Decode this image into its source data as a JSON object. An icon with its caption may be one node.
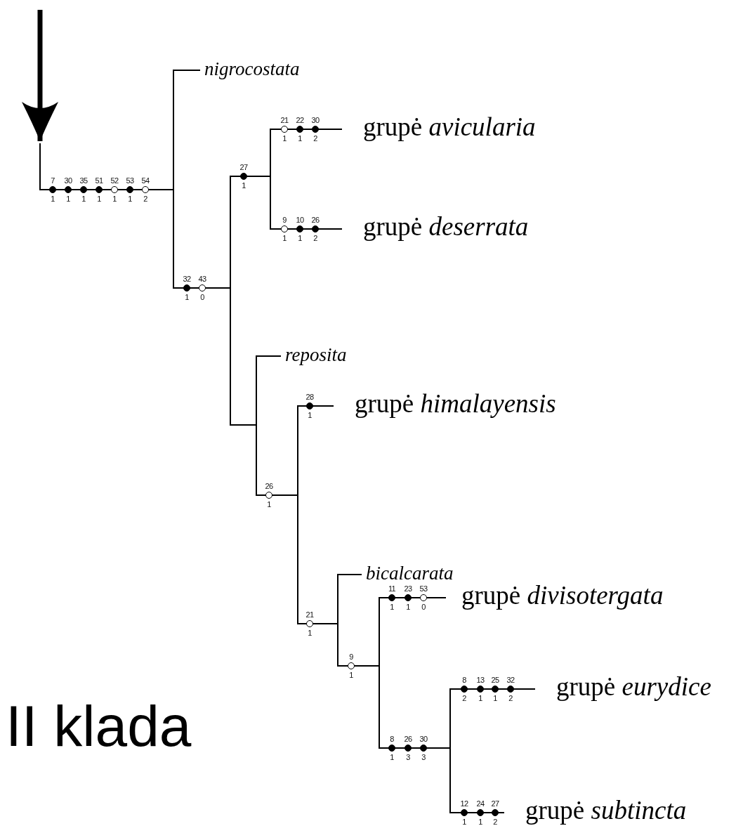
{
  "diagram": {
    "nodes": [
      {
        "text": [],
        "shape": "bar"
      },
      {
        "text": [],
        "shape": "bar"
      },
      {
        "text": [
          "nigrocostata"
        ]
      },
      {
        "text": [],
        "shape": "bar"
      },
      {
        "text": [],
        "shape": "bar"
      },
      {
        "text": [
          "grupė *avicularia*"
        ]
      },
      {
        "text": [
          "grupė *deserrata*"
        ]
      },
      {
        "text": [],
        "shape": "bar"
      },
      {
        "text": [
          "reposita"
        ]
      },
      {
        "text": [],
        "shape": "bar"
      },
      {
        "text": [
          "grupė *himalayensis*"
        ]
      },
      {
        "text": [],
        "shape": "bar"
      },
      {
        "text": [
          "bicalcarata"
        ]
      },
      {
        "text": [],
        "shape": "bar"
      },
      {
        "text": [
          "grupė *divisotergata*"
        ]
      },
      {
        "text": [],
        "shape": "bar"
      },
      {
        "text": [
          "grupė *eurydice*"
        ]
      },
      {
        "text": [
          "grupė *subtincta*"
        ]
      }
    ],
    "edges": [
      {
        "from": null,
        "to": 0,
        "arrow": "to",
        "style": "thick"
      },
      {
        "from": 0,
        "to": 1,
        "arrow": "none"
      },
      {
        "from": 1,
        "to": 2,
        "arrow": "none"
      },
      {
        "from": 1,
        "to": 3,
        "arrow": "none"
      },
      {
        "from": 3,
        "to": 4,
        "arrow": "none"
      },
      {
        "from": 4,
        "to": 5,
        "arrow": "none"
      },
      {
        "from": 4,
        "to": 6,
        "arrow": "none"
      },
      {
        "from": 3,
        "to": 7,
        "arrow": "none"
      },
      {
        "from": 7,
        "to": 8,
        "arrow": "none"
      },
      {
        "from": 7,
        "to": 9,
        "arrow": "none"
      },
      {
        "from": 9,
        "to": 10,
        "arrow": "none"
      },
      {
        "from": 9,
        "to": 11,
        "arrow": "none"
      },
      {
        "from": 11,
        "to": 12,
        "arrow": "none"
      },
      {
        "from": 11,
        "to": 13,
        "arrow": "none"
      },
      {
        "from": 13,
        "to": 14,
        "arrow": "none"
      },
      {
        "from": 13,
        "to": 15,
        "arrow": "none"
      },
      {
        "from": 15,
        "to": 16,
        "arrow": "none"
      },
      {
        "from": 15,
        "to": 17,
        "arrow": "none"
      }
    ],
    "labels": [
      "21",
      "22",
      "30",
      "1",
      "1",
      "2",
      "27",
      "1",
      "7",
      "30",
      "35",
      "51",
      "52",
      "53",
      "54",
      "1",
      "1",
      "1",
      "1",
      "1",
      "1",
      "2",
      "9",
      "10",
      "26",
      "1",
      "1",
      "2",
      "32",
      "43",
      "1",
      "0",
      "28",
      "1",
      "26",
      "1",
      "11",
      "23",
      "53",
      "1",
      "1",
      "0",
      "21",
      "1",
      "9",
      "1",
      "8",
      "13",
      "25",
      "32",
      "2",
      "1",
      "1",
      "2",
      "8",
      "26",
      "30",
      "1",
      "3",
      "3",
      "12",
      "24",
      "27",
      "1",
      "1",
      "2",
      "II klada"
    ]
  }
}
